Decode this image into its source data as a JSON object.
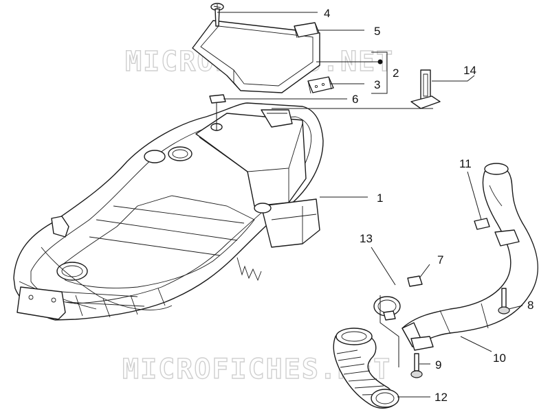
{
  "watermark": "MICROFICHES.NET",
  "callouts": [
    {
      "id": "1",
      "label": "1"
    },
    {
      "id": "2",
      "label": "2"
    },
    {
      "id": "3",
      "label": "3"
    },
    {
      "id": "4",
      "label": "4"
    },
    {
      "id": "5",
      "label": "5"
    },
    {
      "id": "6",
      "label": "6"
    },
    {
      "id": "7",
      "label": "7"
    },
    {
      "id": "8",
      "label": "8"
    },
    {
      "id": "9",
      "label": "9"
    },
    {
      "id": "10",
      "label": "10"
    },
    {
      "id": "11",
      "label": "11"
    },
    {
      "id": "12",
      "label": "12"
    },
    {
      "id": "13",
      "label": "13"
    },
    {
      "id": "14",
      "label": "14"
    }
  ],
  "colors": {
    "line": "#1a1a1a",
    "watermark": "#cfcfcf",
    "background": "#ffffff"
  }
}
